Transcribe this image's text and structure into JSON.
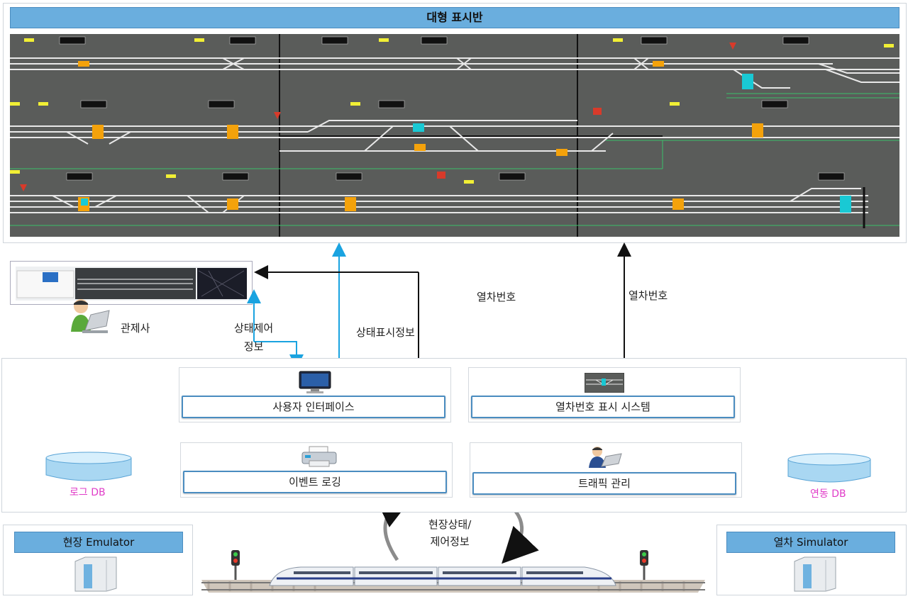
{
  "display_panel": {
    "title": "대형 표시반"
  },
  "operator": {
    "label": "관제사"
  },
  "arrows": {
    "status_control_info": "상태제어\n정보",
    "status_display_info": "상태표시정보",
    "train_number_left": "열차번호",
    "train_number_right": "열차번호",
    "field_status_info": "현장상태/\n제어정보"
  },
  "modules": {
    "user_interface": "사용자 인터페이스",
    "train_number_display": "열차번호 표시 시스템",
    "event_logging": "이벤트 로깅",
    "traffic_management": "트래픽 관리"
  },
  "databases": {
    "log_db": "로그 DB",
    "link_db": "연동 DB"
  },
  "emulators": {
    "field_emulator": "현장 Emulator",
    "train_simulator": "열차 Simulator"
  },
  "colors": {
    "title_bar": "#6aaede",
    "arrow_cyan": "#1aa3e0",
    "db_label": "#e03cc8",
    "panel_bg": "#5a5c5a"
  }
}
